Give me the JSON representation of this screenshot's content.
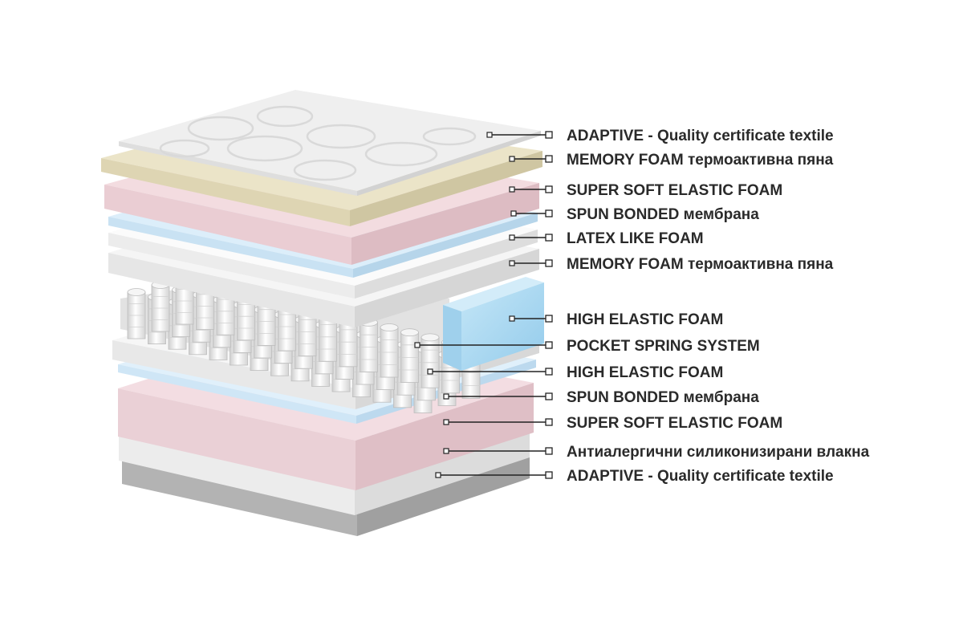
{
  "layers": [
    {
      "label": "ADAPTIVE - Quality certificate textile",
      "material": "quilted-textile"
    },
    {
      "label": "MEMORY FOAM термоактивна пяна",
      "material": "memory-foam"
    },
    {
      "label": "SUPER SOFT ELASTIC FOAM",
      "material": "pink-foam"
    },
    {
      "label": "SPUN BONDED мембрана",
      "material": "membrane"
    },
    {
      "label": "LATEX LIKE FOAM",
      "material": "white-foam"
    },
    {
      "label": "MEMORY FOAM термоактивна пяна",
      "material": "white-foam"
    },
    {
      "label": "HIGH ELASTIC FOAM",
      "material": "blue-foam-edge"
    },
    {
      "label": "POCKET SPRING SYSTEM",
      "material": "springs"
    },
    {
      "label": "HIGH ELASTIC FOAM",
      "material": "white-foam"
    },
    {
      "label": "SPUN BONDED мембрана",
      "material": "membrane"
    },
    {
      "label": "SUPER SOFT ELASTIC FOAM",
      "material": "pink-foam"
    },
    {
      "label": "Антиалергични силиконизирани влакна",
      "material": "silicone-fibres"
    },
    {
      "label": "ADAPTIVE - Quality certificate textile",
      "material": "grey-textile"
    }
  ],
  "colors": {
    "textile": "#eeeeee",
    "memory_foam": "#e9e2c4",
    "pink_foam": "#f1d9dd",
    "membrane": "#dceefa",
    "white_foam": "#f4f4f4",
    "blue_foam": "#a9d7f0",
    "grey_textile": "#bdbdbd",
    "label_text": "#2a2a2a"
  }
}
